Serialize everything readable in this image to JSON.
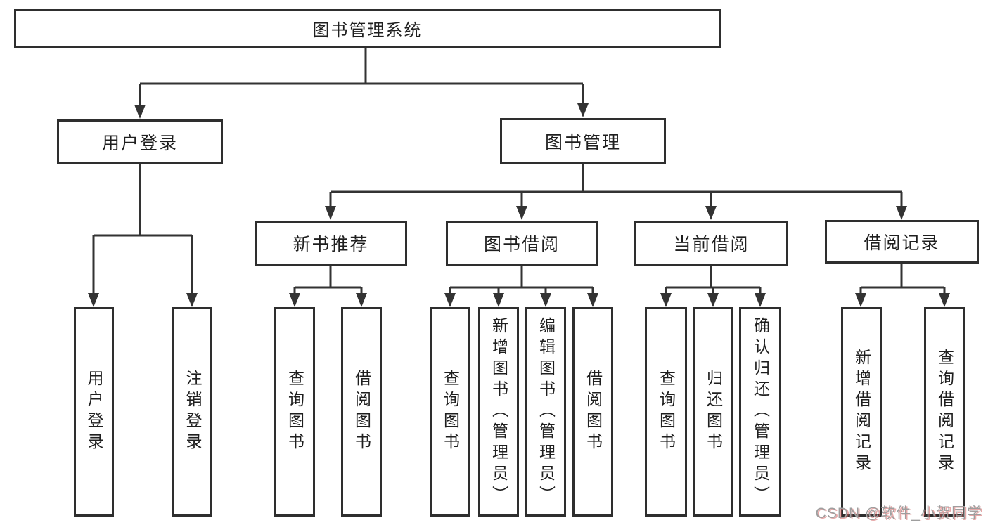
{
  "tree": {
    "root": {
      "label": "图书管理系统",
      "children": [
        {
          "label": "用户登录",
          "children": [
            {
              "label": "用户登录"
            },
            {
              "label": "注销登录"
            }
          ]
        },
        {
          "label": "图书管理",
          "children": [
            {
              "label": "新书推荐",
              "children": [
                {
                  "label": "查询图书"
                },
                {
                  "label": "借阅图书"
                }
              ]
            },
            {
              "label": "图书借阅",
              "children": [
                {
                  "label": "查询图书"
                },
                {
                  "label": "新增图书（管理员）"
                },
                {
                  "label": "编辑图书（管理员）"
                },
                {
                  "label": "借阅图书"
                }
              ]
            },
            {
              "label": "当前借阅",
              "children": [
                {
                  "label": "查询图书"
                },
                {
                  "label": "归还图书"
                },
                {
                  "label": "确认归还（管理员）"
                }
              ]
            },
            {
              "label": "借阅记录",
              "children": [
                {
                  "label": "新增借阅记录"
                },
                {
                  "label": "查询借阅记录"
                }
              ]
            }
          ]
        }
      ]
    }
  },
  "watermark": {
    "text": "CSDN @软件_小贺同学"
  },
  "colors": {
    "line": "#333333",
    "box_border": "#2e2e2e",
    "text": "#1f1f1f",
    "background": "#ffffff",
    "watermark": "#9e9e9e"
  }
}
